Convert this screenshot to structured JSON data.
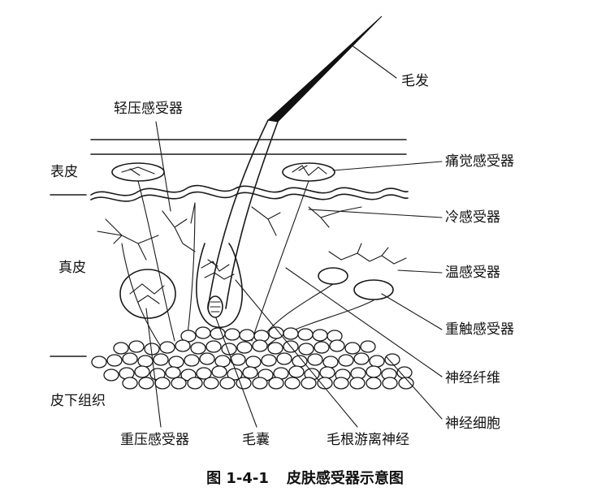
{
  "labels": {
    "hair": "毛发",
    "light_pressure": "轻压感受器",
    "epidermis": "表皮",
    "pain": "痛觉感受器",
    "cold": "冷感受器",
    "dermis": "真皮",
    "warm": "温感受器",
    "heavy_touch": "重触感受器",
    "nerve_fiber": "神经纤维",
    "subcutaneous": "皮下组织",
    "nerve_cell": "神经细胞",
    "heavy_pressure": "重压感受器",
    "follicle": "毛囊",
    "root_nerve": "毛根游离神经"
  },
  "caption": {
    "number": "图 1-4-1",
    "title": "皮肤感受器示意图"
  }
}
